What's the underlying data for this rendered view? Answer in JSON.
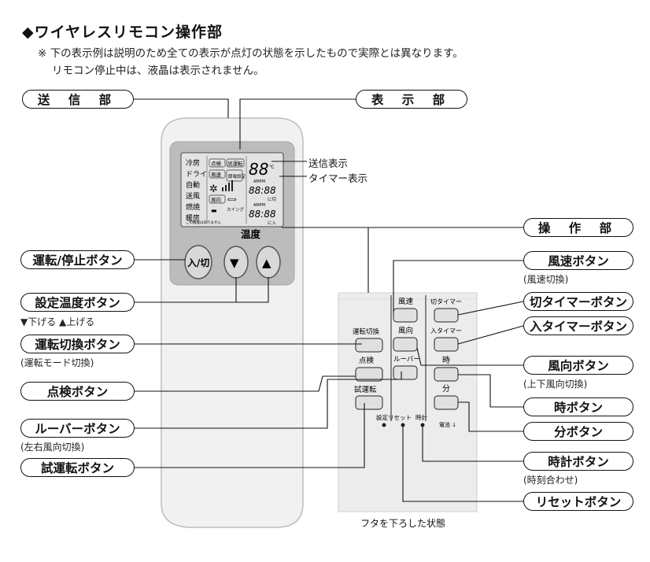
{
  "title": "◆ワイヤレスリモコン操作部",
  "notes": [
    "※ 下の表示例は説明のため全ての表示が点灯の状態を示したもので実際とは異なります。",
    "リモコン停止中は、液晶は表示されません。"
  ],
  "sections": {
    "transmit": "送 信 部",
    "display": "表 示 部",
    "operation": "操 作 部"
  },
  "display_labels": {
    "send_indicator": "送信表示",
    "timer_indicator": "タイマー表示"
  },
  "lcd": {
    "modes": [
      "冷房",
      "ドライ",
      "自動",
      "送風",
      "燃焼",
      "暖房"
    ],
    "badges": [
      "点検",
      "試運転",
      "風速",
      "節電設定",
      "風向"
    ],
    "digits": "88",
    "time_digits": [
      "88:88",
      "88:88"
    ],
    "ampm": "AMPM",
    "off_label": "に切",
    "on_label": "に入",
    "swing_label": "スイング",
    "unit_c": "℃",
    "footer": "この機能はありません"
  },
  "remote_buttons": {
    "power": "入/切",
    "temp_label": "温度",
    "down": "▼",
    "up": "▲"
  },
  "inner_panel": {
    "fan_speed": "風速",
    "off_timer": "切タイマー",
    "mode_switch": "運転切換",
    "wind_dir": "風向",
    "on_timer": "入タイマー",
    "check": "点検",
    "louver": "ルーバー",
    "hour": "時",
    "test_run": "試運転",
    "minute": "分",
    "reset": "設定リセット",
    "clock": "時計",
    "battery": "電池 ↓"
  },
  "left_callouts": [
    {
      "label": "運転/停止ボタン",
      "sub": ""
    },
    {
      "label": "設定温度ボタン",
      "sub": "▼下げる ▲上げる"
    },
    {
      "label": "運転切換ボタン",
      "sub": "(運転モード切換)"
    },
    {
      "label": "点検ボタン",
      "sub": ""
    },
    {
      "label": "ルーバーボタン",
      "sub": "(左右風向切換)"
    },
    {
      "label": "試運転ボタン",
      "sub": ""
    }
  ],
  "right_callouts": [
    {
      "label": "風速ボタン",
      "sub": "(風速切換)"
    },
    {
      "label": "切タイマーボタン",
      "sub": ""
    },
    {
      "label": "入タイマーボタン",
      "sub": ""
    },
    {
      "label": "風向ボタン",
      "sub": "(上下風向切換)"
    },
    {
      "label": "時ボタン",
      "sub": ""
    },
    {
      "label": "分ボタン",
      "sub": ""
    },
    {
      "label": "時計ボタン",
      "sub": "(時刻合わせ)"
    },
    {
      "label": "リセットボタン",
      "sub": ""
    }
  ],
  "caption": "フタを下ろした状態"
}
